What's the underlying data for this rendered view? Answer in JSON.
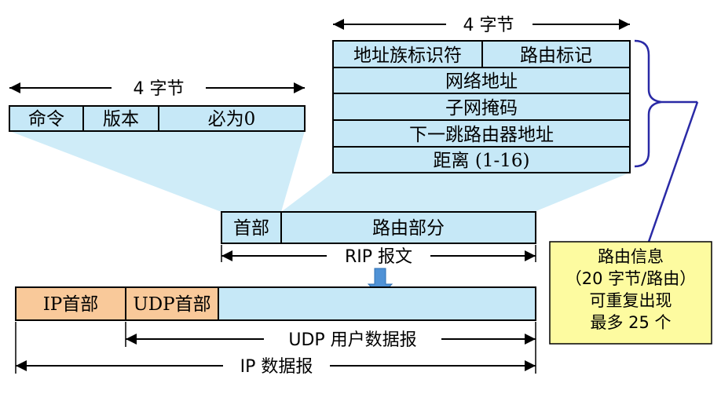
{
  "header": {
    "left_width_label": "4 字节",
    "right_width_label": "4 字节"
  },
  "header_fields": [
    "命令",
    "版本",
    "必为0"
  ],
  "route_entry": {
    "row1": [
      "地址族标识符",
      "路由标记"
    ],
    "rows": [
      "网络地址",
      "子网掩码",
      "下一跳路由器地址",
      "距离 (1-16)"
    ]
  },
  "rip_message": {
    "cells": [
      "首部",
      "路由部分"
    ],
    "label": "RIP 报文"
  },
  "ip_packet": {
    "cells": [
      "IP首部",
      "UDP首部"
    ]
  },
  "udp_label": "UDP 用户数据报",
  "ip_label": "IP 数据报",
  "note": {
    "lines": [
      "路由信息",
      "（20 字节/路由）",
      "可重复出现",
      "最多 25 个"
    ]
  },
  "colors": {
    "field_fill": "#c6e8f7",
    "header_fill": "#f9c99a",
    "note_fill": "#fdfba0",
    "bracket": "#2a2aa6",
    "down_arrow": "#4f92d6"
  }
}
